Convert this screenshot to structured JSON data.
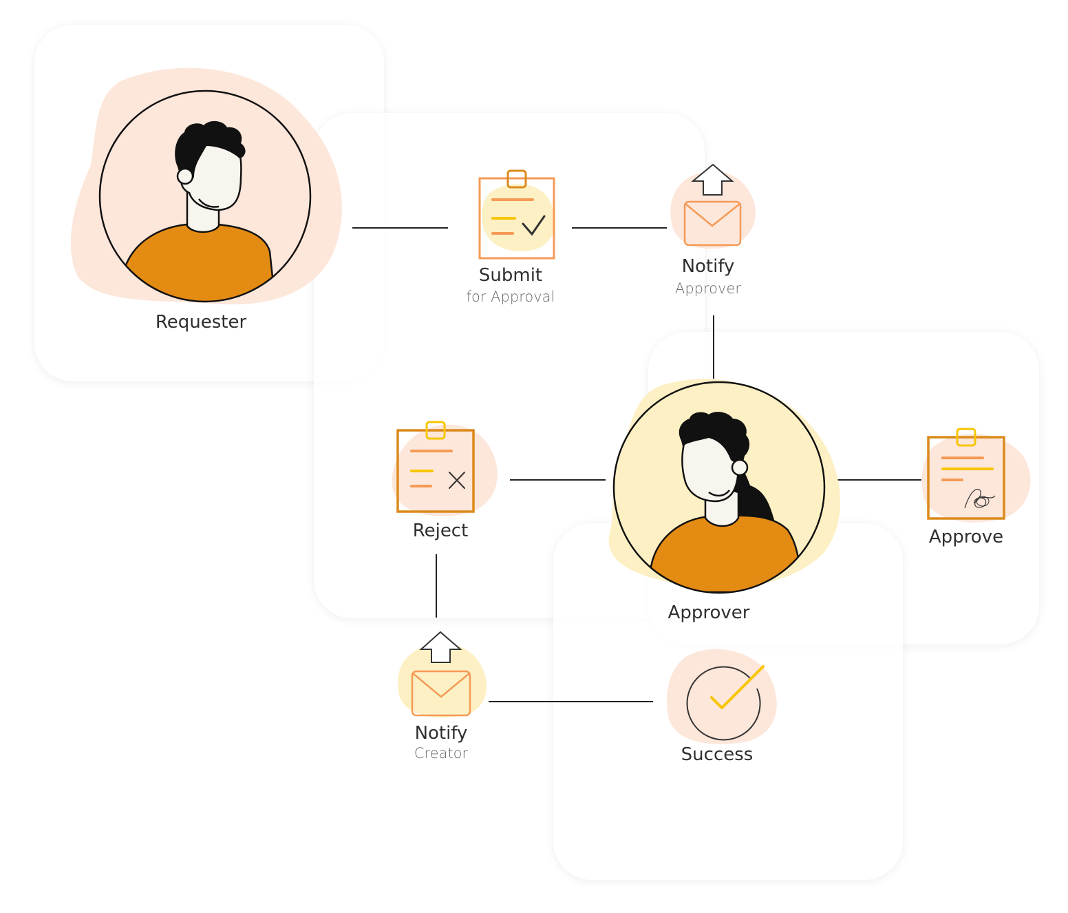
{
  "colors": {
    "peach_blob": "#fde6da",
    "yellow_blob": "#fdf0c4",
    "orange_shirt": "#e48b14",
    "orange_outline": "#f59a55",
    "yellow_accent": "#f7c600",
    "dark_orange": "#dc8a1b",
    "line": "#222222"
  },
  "nodes": {
    "requester": {
      "label": "Requester",
      "icon": "requester-avatar-icon"
    },
    "submit": {
      "label": "Submit",
      "sublabel": "for Approval",
      "icon": "clipboard-check-icon"
    },
    "notify_approver": {
      "label": "Notify",
      "sublabel": "Approver",
      "icon": "envelope-upload-icon"
    },
    "approver": {
      "label": "Approver",
      "icon": "approver-avatar-icon"
    },
    "reject": {
      "label": "Reject",
      "icon": "clipboard-x-icon"
    },
    "approve": {
      "label": "Approve",
      "icon": "clipboard-signature-icon"
    },
    "notify_creator": {
      "label": "Notify",
      "sublabel": "Creator",
      "icon": "envelope-upload-icon"
    },
    "success": {
      "label": "Success",
      "icon": "check-circle-icon"
    }
  }
}
